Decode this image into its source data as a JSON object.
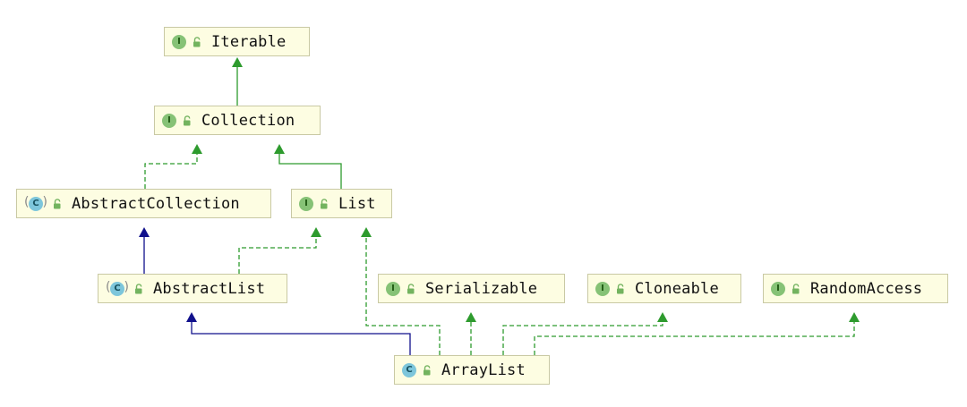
{
  "colors": {
    "node_bg": "#fdfde2",
    "node_border": "#c9c9a4",
    "implements_edge": "#2e9b2e",
    "extends_interface_edge": "#2e9b2e",
    "extends_class_edge": "#11118c",
    "interface_badge": "#86c276",
    "class_badge": "#7dc6db",
    "lock_icon": "#73b35f"
  },
  "nodes": [
    {
      "id": "Iterable",
      "label": "Iterable",
      "kind": "interface",
      "badge": "I",
      "icon": "unlocked-icon"
    },
    {
      "id": "Collection",
      "label": "Collection",
      "kind": "interface",
      "badge": "I",
      "icon": "unlocked-icon"
    },
    {
      "id": "AbstractCollection",
      "label": "AbstractCollection",
      "kind": "abstract",
      "badge": "C",
      "icon": "unlocked-icon"
    },
    {
      "id": "List",
      "label": "List",
      "kind": "interface",
      "badge": "I",
      "icon": "unlocked-icon"
    },
    {
      "id": "AbstractList",
      "label": "AbstractList",
      "kind": "abstract",
      "badge": "C",
      "icon": "unlocked-icon"
    },
    {
      "id": "Serializable",
      "label": "Serializable",
      "kind": "interface",
      "badge": "I",
      "icon": "unlocked-icon"
    },
    {
      "id": "Cloneable",
      "label": "Cloneable",
      "kind": "interface",
      "badge": "I",
      "icon": "unlocked-icon"
    },
    {
      "id": "RandomAccess",
      "label": "RandomAccess",
      "kind": "interface",
      "badge": "I",
      "icon": "unlocked-icon"
    },
    {
      "id": "ArrayList",
      "label": "ArrayList",
      "kind": "class",
      "badge": "C",
      "icon": "unlocked-icon"
    }
  ],
  "edges": [
    {
      "from": "Collection",
      "to": "Iterable",
      "relation": "extends-interface"
    },
    {
      "from": "AbstractCollection",
      "to": "Collection",
      "relation": "implements"
    },
    {
      "from": "List",
      "to": "Collection",
      "relation": "extends-interface"
    },
    {
      "from": "AbstractList",
      "to": "AbstractCollection",
      "relation": "extends-class"
    },
    {
      "from": "AbstractList",
      "to": "List",
      "relation": "implements"
    },
    {
      "from": "ArrayList",
      "to": "AbstractList",
      "relation": "extends-class"
    },
    {
      "from": "ArrayList",
      "to": "List",
      "relation": "implements"
    },
    {
      "from": "ArrayList",
      "to": "Serializable",
      "relation": "implements"
    },
    {
      "from": "ArrayList",
      "to": "Cloneable",
      "relation": "implements"
    },
    {
      "from": "ArrayList",
      "to": "RandomAccess",
      "relation": "implements"
    }
  ]
}
